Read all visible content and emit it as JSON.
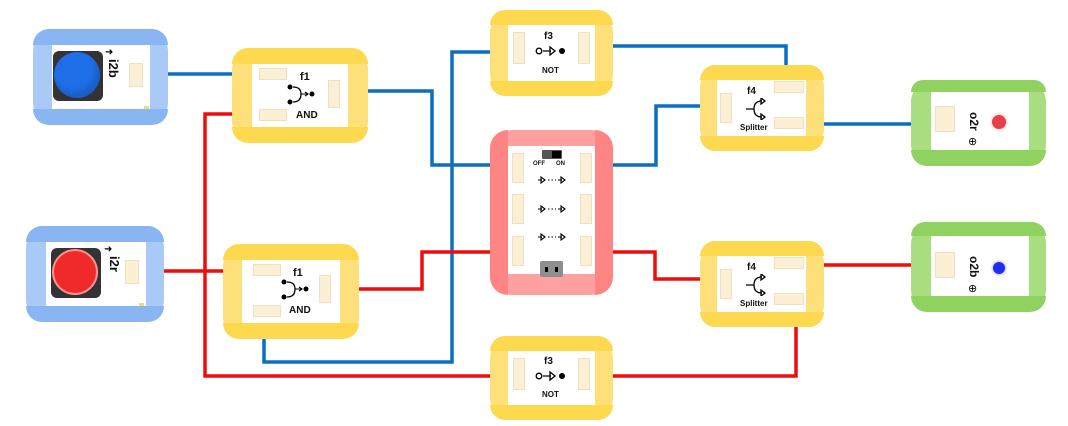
{
  "colors": {
    "wire_blue": "#0b6fbf",
    "wire_red": "#ee0c0c",
    "logic_module": "#fcd94e",
    "input_module": "#89b5f2",
    "output_module": "#8fd25f",
    "hub_module": "#ff8585",
    "button_blue": "#1e6ee8",
    "button_red": "#f02a2a",
    "led_red": "#e8404a",
    "led_blue": "#1f2ff0"
  },
  "inputs": [
    {
      "id": "i2b",
      "label": "i2b",
      "type": "push-button",
      "color": "blue"
    },
    {
      "id": "i2r",
      "label": "i2r",
      "type": "push-button",
      "color": "red"
    }
  ],
  "outputs": [
    {
      "id": "o2r",
      "label": "o2r",
      "type": "led",
      "color": "red"
    },
    {
      "id": "o2b",
      "label": "o2b",
      "type": "led",
      "color": "blue"
    }
  ],
  "gates": [
    {
      "id": "and-top",
      "name": "f1",
      "function": "AND"
    },
    {
      "id": "and-bottom",
      "name": "f1",
      "function": "AND"
    },
    {
      "id": "not-top",
      "name": "f3",
      "function": "NOT"
    },
    {
      "id": "not-bottom",
      "name": "f3",
      "function": "NOT"
    },
    {
      "id": "split-top",
      "name": "f4",
      "function": "Splitter"
    },
    {
      "id": "split-bottom",
      "name": "f4",
      "function": "Splitter"
    }
  ],
  "hub": {
    "switch_off": "OFF",
    "switch_on": "ON",
    "switch_state": "ON",
    "channels": 3
  },
  "wires": [
    {
      "color": "blue",
      "from": "i2b",
      "to": "and-top.in1"
    },
    {
      "color": "blue",
      "from": "and-top.out",
      "to": "hub.in1"
    },
    {
      "color": "blue",
      "from": "hub.out1",
      "to": "split-top.in"
    },
    {
      "color": "blue",
      "from": "not-top.out",
      "to": "split-top.out1"
    },
    {
      "color": "blue",
      "from": "split-top.out2",
      "to": "o2r"
    },
    {
      "color": "blue",
      "from": "and-bottom.in2",
      "to": "not-top.in"
    },
    {
      "color": "red",
      "from": "i2r",
      "to": "and-bottom.in1"
    },
    {
      "color": "red",
      "from": "and-bottom.out",
      "to": "hub.in3"
    },
    {
      "color": "red",
      "from": "hub.out3",
      "to": "split-bottom.in"
    },
    {
      "color": "red",
      "from": "split-bottom.out1",
      "to": "o2b"
    },
    {
      "color": "red",
      "from": "split-bottom.out2",
      "to": "not-bottom.out"
    },
    {
      "color": "red",
      "from": "not-bottom.in",
      "to": "and-top.in2"
    }
  ]
}
